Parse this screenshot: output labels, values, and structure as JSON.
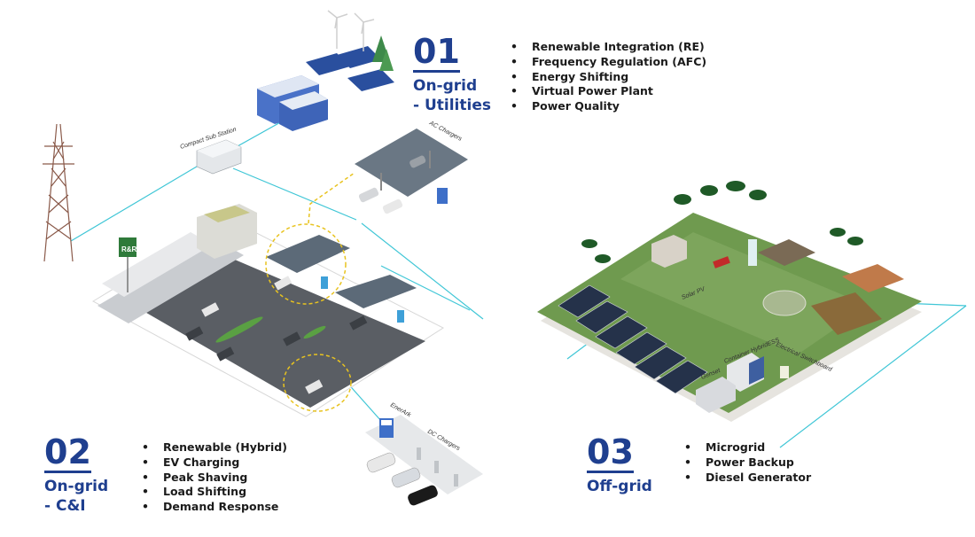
{
  "sections": [
    {
      "number": "01",
      "title_line1": "On-grid",
      "title_line2": "- Utilities",
      "bullets": [
        "Renewable Integration (RE)",
        "Frequency Regulation (AFC)",
        "Energy Shifting",
        "Virtual Power Plant",
        "Power Quality"
      ]
    },
    {
      "number": "02",
      "title_line1": "On-grid",
      "title_line2": "- C&I",
      "bullets": [
        "Renewable (Hybrid)",
        "EV Charging",
        "Peak Shaving",
        "Load Shifting",
        "Demand Response"
      ]
    },
    {
      "number": "03",
      "title_line1": "Off-grid",
      "title_line2": "",
      "bullets": [
        "Microgrid",
        "Power Backup",
        "Diesel Generator"
      ]
    }
  ],
  "labels": {
    "substation": "Compact Sub Station",
    "ac_chargers": "AC Chargers",
    "dc_chargers": "DC Chargers",
    "enerark": "EnerArk",
    "rr_sign": "R&R",
    "solar_pv": "Solar PV",
    "genset": "Genset",
    "container": "Container HybridESS",
    "switchboard": "Electrical Switchboard"
  },
  "colors": {
    "accent_blue": "#1f3f8f",
    "connector_cyan": "#3fc6d6",
    "dashed_yellow": "#e8c320",
    "grass_green": "#6f9a4f",
    "asphalt": "#595d63"
  }
}
